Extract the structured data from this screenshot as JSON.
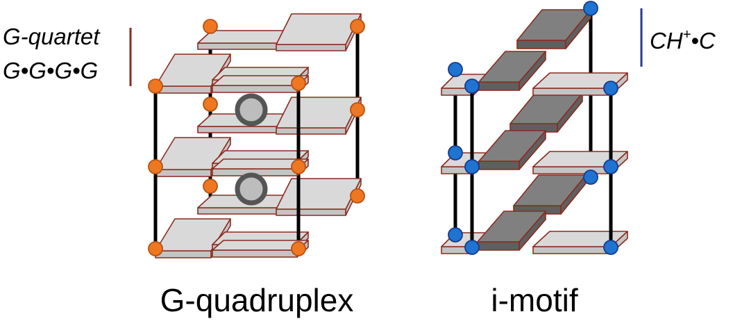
{
  "legend_left": {
    "line1": "G-quartet",
    "line2": "G•G•G•G",
    "bar_color": "#8b2a1e"
  },
  "legend_right": {
    "prefix": "CH",
    "superscript": "+",
    "suffix": "•C",
    "bar_color": "#2a3a8f"
  },
  "captions": {
    "left": "G-quadruplex",
    "right": "i-motif"
  },
  "colors": {
    "plate_fill": "#d9d9d9",
    "plate_side": "#c4c4c4",
    "plate_stroke": "#8b2a1e",
    "dark_plate_fill": "#808080",
    "dark_plate_side": "#5f5f5f",
    "node_orange": "#ee7722",
    "node_orange_stroke": "#b85110",
    "node_blue": "#1f73d1",
    "node_blue_stroke": "#183a8a",
    "ion_fill": "#bdbdbd",
    "ion_stroke": "#555555",
    "strand": "#000000"
  }
}
